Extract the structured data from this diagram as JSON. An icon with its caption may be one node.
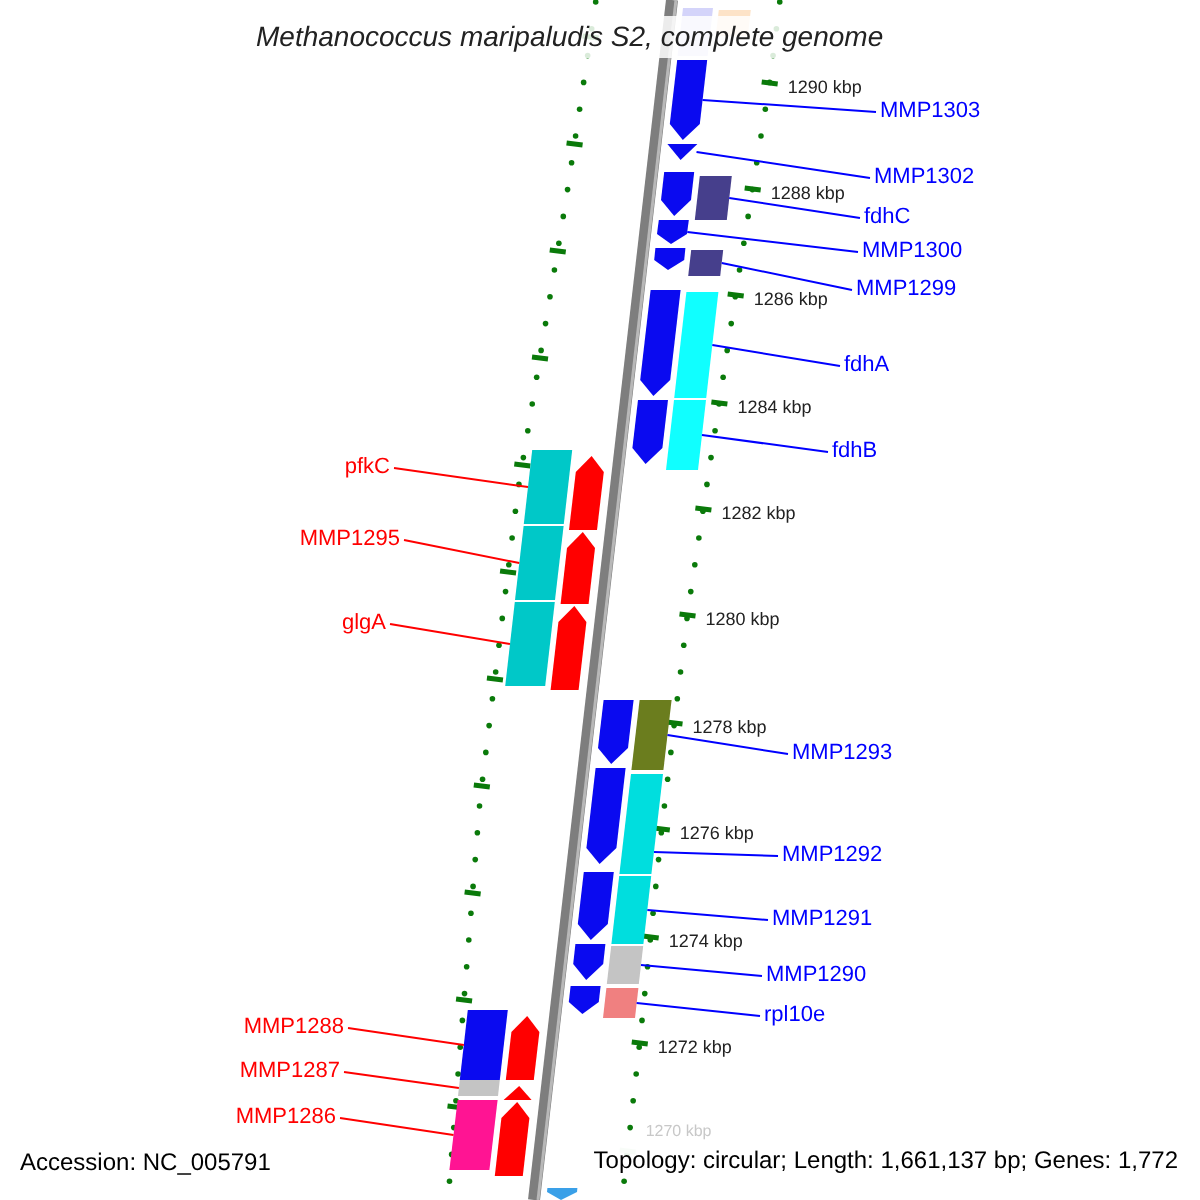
{
  "diagram": {
    "title": "Methanococcus maripaludis S2, complete genome",
    "nodes": [
      {
        "text": [
          "MMP1303"
        ]
      },
      {
        "text": [
          "MMP1302"
        ]
      },
      {
        "text": [
          "fdhC"
        ]
      },
      {
        "text": [
          "MMP1300"
        ]
      },
      {
        "text": [
          "MMP1299"
        ]
      },
      {
        "text": [
          "fdhA"
        ]
      },
      {
        "text": [
          "fdhB"
        ]
      },
      {
        "text": [
          "pfkC"
        ]
      },
      {
        "text": [
          "MMP1295"
        ]
      },
      {
        "text": [
          "glgA"
        ]
      },
      {
        "text": [
          "MMP1293"
        ]
      },
      {
        "text": [
          "MMP1292"
        ]
      },
      {
        "text": [
          "MMP1291"
        ]
      },
      {
        "text": [
          "MMP1290"
        ]
      },
      {
        "text": [
          "rpl10e"
        ]
      },
      {
        "text": [
          "MMP1288"
        ]
      },
      {
        "text": [
          "MMP1287"
        ]
      },
      {
        "text": [
          "MMP1286"
        ]
      },
      {
        "text": [],
        "shape": "box"
      },
      {
        "text": [],
        "shape": "box"
      },
      {
        "text": [],
        "shape": "arrow"
      },
      {
        "text": [],
        "shape": "arrow"
      },
      {
        "text": [],
        "shape": "arrow"
      },
      {
        "text": [],
        "shape": "box"
      },
      {
        "text": [],
        "shape": "arrow"
      },
      {
        "text": [],
        "shape": "arrow"
      },
      {
        "text": [],
        "shape": "box"
      },
      {
        "text": [],
        "shape": "arrow"
      },
      {
        "text": [],
        "shape": "box"
      },
      {
        "text": [],
        "shape": "arrow"
      },
      {
        "text": [],
        "shape": "box"
      },
      {
        "text": [],
        "shape": "box"
      },
      {
        "text": [],
        "shape": "arrow"
      },
      {
        "text": [],
        "shape": "box"
      },
      {
        "text": [],
        "shape": "arrow"
      },
      {
        "text": [],
        "shape": "box"
      },
      {
        "text": [],
        "shape": "arrow"
      },
      {
        "text": [],
        "shape": "arrow"
      },
      {
        "text": [],
        "shape": "box"
      },
      {
        "text": [],
        "shape": "arrow"
      },
      {
        "text": [],
        "shape": "box"
      },
      {
        "text": [],
        "shape": "arrow"
      },
      {
        "text": [],
        "shape": "box"
      },
      {
        "text": [],
        "shape": "arrow"
      },
      {
        "text": [],
        "shape": "box"
      },
      {
        "text": [],
        "shape": "arrow"
      },
      {
        "text": [],
        "shape": "box"
      },
      {
        "text": [],
        "shape": "box"
      },
      {
        "text": [],
        "shape": "arrow"
      },
      {
        "text": [],
        "shape": "box"
      },
      {
        "text": [],
        "shape": "arrow"
      },
      {
        "text": [],
        "shape": "box"
      },
      {
        "text": [],
        "shape": "arrow"
      },
      {
        "text": [],
        "shape": "arrow"
      }
    ],
    "edges": [
      {
        "from": 0,
        "to": 20,
        "arrow": "none"
      },
      {
        "from": 1,
        "to": 21,
        "arrow": "none"
      },
      {
        "from": 2,
        "to": 23,
        "arrow": "none"
      },
      {
        "from": 3,
        "to": 24,
        "arrow": "none"
      },
      {
        "from": 4,
        "to": 26,
        "arrow": "none"
      },
      {
        "from": 5,
        "to": 28,
        "arrow": "none"
      },
      {
        "from": 6,
        "to": 30,
        "arrow": "none"
      },
      {
        "from": 7,
        "to": 31,
        "arrow": "none",
        "color": "#ff0000"
      },
      {
        "from": 8,
        "to": 33,
        "arrow": "none",
        "color": "#ff0000"
      },
      {
        "from": 9,
        "to": 35,
        "arrow": "none",
        "color": "#ff0000"
      },
      {
        "from": 10,
        "to": 38,
        "arrow": "none"
      },
      {
        "from": 11,
        "to": 40,
        "arrow": "none"
      },
      {
        "from": 12,
        "to": 42,
        "arrow": "none"
      },
      {
        "from": 13,
        "to": 44,
        "arrow": "none"
      },
      {
        "from": 14,
        "to": 46,
        "arrow": "none"
      },
      {
        "from": 15,
        "to": 47,
        "arrow": "none",
        "color": "#ff0000"
      },
      {
        "from": 16,
        "to": 49,
        "arrow": "none",
        "color": "#ff0000"
      },
      {
        "from": 17,
        "to": 51,
        "arrow": "none",
        "color": "#ff0000"
      }
    ],
    "labels": [
      "1290 kbp",
      "1288 kbp",
      "1286 kbp",
      "1284 kbp",
      "1282 kbp",
      "1280 kbp",
      "1278 kbp",
      "1276 kbp",
      "1274 kbp",
      "1272 kbp",
      "1270 kbp",
      "Accession: NC_005791",
      "Topology: circular; Length: 1,661,137 bp; Genes: 1,772"
    ]
  }
}
